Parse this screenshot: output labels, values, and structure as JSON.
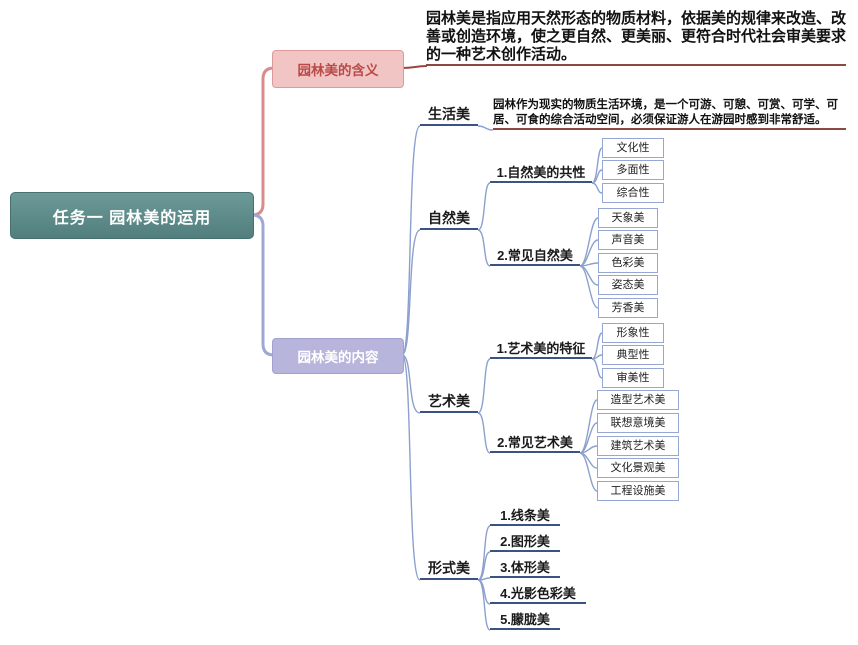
{
  "root": {
    "label": "任务一 园林美的运用"
  },
  "meaning": {
    "label": "园林美的含义",
    "description": "园林美是指应用天然形态的物质材料，依据美的规律来改造、改善或创造环境，使之更自然、更美丽、更符合时代社会审美要求的一种艺术创作活动。"
  },
  "content": {
    "label": "园林美的内容",
    "life": {
      "label": "生活美",
      "description": "园林作为现实的物质生活环境，是一个可游、可憩、可赏、可学、可居、可食的综合活动空间，必须保证游人在游园时感到非常舒适。"
    },
    "nature": {
      "label": "自然美",
      "common": {
        "label": "1.自然美的共性",
        "items": [
          "文化性",
          "多面性",
          "综合性"
        ]
      },
      "types": {
        "label": "2.常见自然美",
        "items": [
          "天象美",
          "声音美",
          "色彩美",
          "姿态美",
          "芳香美"
        ]
      }
    },
    "art": {
      "label": "艺术美",
      "features": {
        "label": "1.艺术美的特征",
        "items": [
          "形象性",
          "典型性",
          "审美性"
        ]
      },
      "types": {
        "label": "2.常见艺术美",
        "items": [
          "造型艺术美",
          "联想意境美",
          "建筑艺术美",
          "文化景观美",
          "工程设施美"
        ]
      }
    },
    "form": {
      "label": "形式美",
      "items": [
        "1.线条美",
        "2.图形美",
        "3.体形美",
        "4.光影色彩美",
        "5.朦胧美"
      ]
    }
  },
  "colors": {
    "root_bg": "#5E8C8B",
    "meaning_bg": "#F1C5C4",
    "meaning_text": "#B94A48",
    "content_bg": "#B7B5DB",
    "branch_pink": "#D98C8C",
    "branch_blue": "#9FA8D5",
    "connector": "#8CA0CE",
    "label_underline": "#3A5383",
    "description_underline": "#8A4A42",
    "leaf_border": "#95A7D2"
  }
}
